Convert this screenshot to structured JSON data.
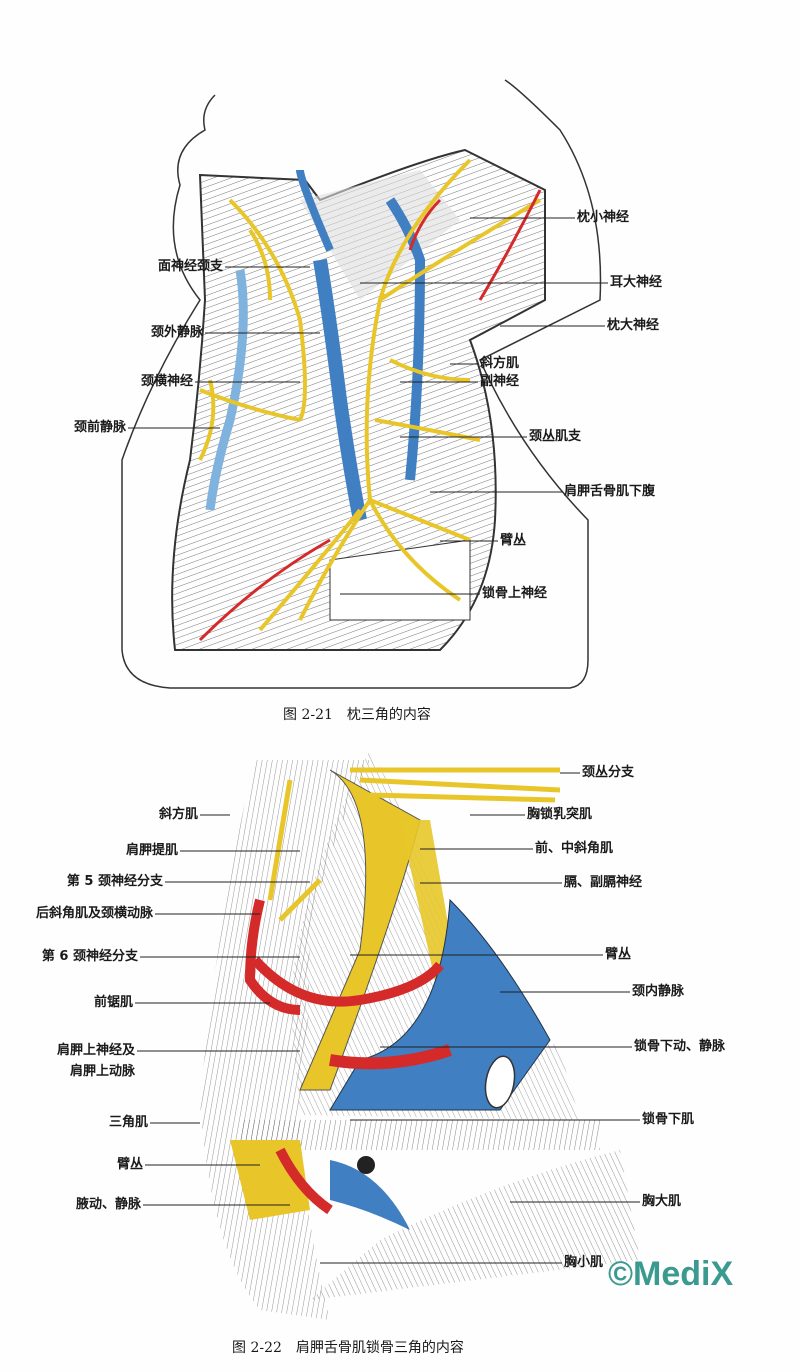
{
  "figure1": {
    "caption": "图 2-21　枕三角的内容",
    "labels_left": [
      "面神经颈支",
      "颈外静脉",
      "颈横神经",
      "颈前静脉"
    ],
    "labels_right": [
      "枕小神经",
      "耳大神经",
      "枕大神经",
      "斜方肌",
      "副神经",
      "颈丛肌支",
      "肩胛舌骨肌下腹",
      "臂丛",
      "锁骨上神经"
    ]
  },
  "figure2": {
    "caption": "图 2-22　肩胛舌骨肌锁骨三角的内容",
    "labels_left": [
      "斜方肌",
      "肩胛提肌",
      "第 5 颈神经分支",
      "后斜角肌及颈横动脉",
      "第 6 颈神经分支",
      "前锯肌",
      "肩胛上神经及",
      "肩胛上动脉",
      "三角肌",
      "臂丛",
      "腋动、静脉"
    ],
    "labels_right": [
      "颈丛分支",
      "胸锁乳突肌",
      "前、中斜角肌",
      "膈、副膈神经",
      "臂丛",
      "颈内静脉",
      "锁骨下动、静脉",
      "锁骨下肌",
      "胸大肌",
      "胸小肌"
    ]
  },
  "watermark": "©MediX",
  "colors": {
    "nerve": "#e8c62a",
    "vein": "#3f7fc2",
    "artery": "#d42a2a",
    "watermark": "#3a9a8f"
  }
}
